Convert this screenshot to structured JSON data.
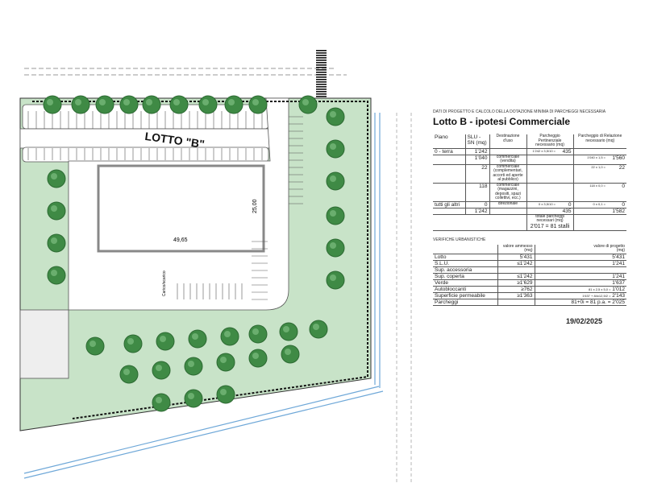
{
  "plan": {
    "lot_label": "LOTTO \"B\"",
    "dimension_width": "49,65",
    "dimension_height": "25,00",
    "parking_label": "Carico/scarico",
    "colors": {
      "green": "#c8e3c8",
      "tree": "#3f8a45",
      "water": "#6fa8d8",
      "line": "#333333"
    }
  },
  "header": {
    "subtitle": "DATI DI PROGETTO  E CALCOLO DELLA DOTAZIONE MINIMA DI PARCHEGGI NECESSARIA",
    "title": "Lotto B - ipotesi Commerciale"
  },
  "calc_table": {
    "headers": [
      "Piano",
      "SLU - SN (mq)",
      "Destinazione d'uso",
      "Parcheggio Pertinenziale necessario (mq)",
      "Parcheggio di Relazione necessario (mq)"
    ],
    "rows": [
      [
        "0 - terra",
        "1'242",
        "",
        "1'242 x 3,5/10 =",
        "435",
        "",
        ""
      ],
      [
        "",
        "1'040",
        "commerciale (vendita)",
        "",
        "",
        "1'040 x 1,5 =",
        "1'560"
      ],
      [
        "",
        "22",
        "commerciale (complementari, accorti ed aperte al pubblico)",
        "",
        "",
        "22 x 1,0 =",
        "22"
      ],
      [
        "",
        "118",
        "commerciale (magazzini, depositi, spazi collettivi, ecc.)",
        "",
        "",
        "118 x 0,0 =",
        "0"
      ],
      [
        "tutti gli altri",
        "0",
        "direzionale",
        "0 x 3,5/10 =",
        "0",
        "0 x 0,1 =",
        "0"
      ],
      [
        "",
        "1'242",
        "",
        "",
        "435",
        "",
        "1'582"
      ]
    ],
    "total_label": "totale parcheggi necessari (mq)",
    "total_value": "2'017 = 81 stalli"
  },
  "checks": {
    "section_title": "VERIFICHE URBANISTICHE",
    "col_allowed": "valore ammesso",
    "col_project": "valore di progetto",
    "unit": "(mq)",
    "rows": [
      {
        "label": "Lotto",
        "allowed": "5'431",
        "calc": "",
        "project": "5'431"
      },
      {
        "label": "S.L.U.",
        "allowed": "≤1'242",
        "calc": "",
        "project": "1'241"
      },
      {
        "label": "Sup. accessoria",
        "allowed": "",
        "calc": "",
        "project": ""
      },
      {
        "label": "Sup. coperta",
        "allowed": "≤1'242",
        "calc": "",
        "project": "1'241"
      },
      {
        "label": "Verde",
        "allowed": "≥1'629",
        "calc": "",
        "project": "1'637"
      },
      {
        "label": "Autobloccanti",
        "allowed": "≥762",
        "calc": "81 x 2,5 x 5,0 =",
        "project": "1'012"
      },
      {
        "label": "Superficie permeabile",
        "allowed": "≥1'363",
        "calc": "1'637 + 84x12,5/2 =",
        "project": "2'143"
      },
      {
        "label": "Parcheggi",
        "allowed": "",
        "calc": "",
        "project": "81+0i = 81 p.a. = 2'025"
      }
    ]
  },
  "date": "19/02/2025"
}
